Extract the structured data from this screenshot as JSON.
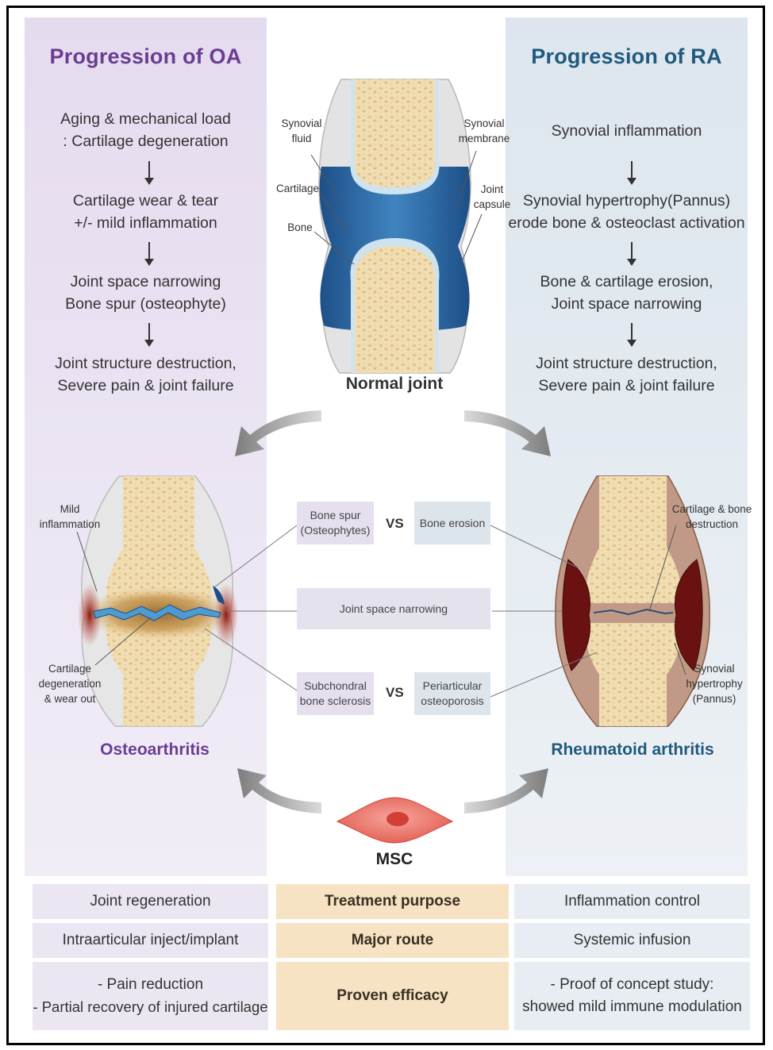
{
  "colors": {
    "oa_accent": "#6a3d92",
    "ra_accent": "#1f5a7d",
    "treatment_highlight": "#f7e2c3"
  },
  "oa": {
    "title": "Progression of OA",
    "steps": [
      {
        "l1": "Aging & mechanical load",
        "l2": ": Cartilage degeneration"
      },
      {
        "l1": "Cartilage wear & tear",
        "l2": "+/- mild inflammation"
      },
      {
        "l1": "Joint space narrowing",
        "l2": "Bone spur (osteophyte)"
      },
      {
        "l1": "Joint structure destruction,",
        "l2": "Severe pain & joint failure"
      }
    ],
    "caption": "Osteoarthritis",
    "labels": {
      "mild_l1": "Mild",
      "mild_l2": "inflammation",
      "cart_l1": "Cartilage",
      "cart_l2": "degeneration",
      "cart_l3": "& wear out"
    }
  },
  "ra": {
    "title": "Progression of RA",
    "steps": [
      {
        "l1": "Synovial inflammation"
      },
      {
        "l1": "Synovial hypertrophy(Pannus)",
        "l2": "erode bone & osteoclast activation"
      },
      {
        "l1": "Bone & cartilage erosion,",
        "l2": "Joint space narrowing"
      },
      {
        "l1": "Joint structure destruction,",
        "l2": "Severe pain & joint failure"
      }
    ],
    "caption": "Rheumatoid arthritis",
    "labels": {
      "destr_l1": "Cartilage & bone",
      "destr_l2": "destruction",
      "pannus_l1": "Synovial",
      "pannus_l2": "hypertrophy",
      "pannus_l3": "(Pannus)"
    }
  },
  "normal_joint": {
    "caption": "Normal joint",
    "labels": {
      "fluid_l1": "Synovial",
      "fluid_l2": "fluid",
      "membrane_l1": "Synovial",
      "membrane_l2": "membrane",
      "cartilage": "Cartilage",
      "bone": "Bone",
      "capsule_l1": "Joint",
      "capsule_l2": "capsule"
    }
  },
  "comparison": {
    "spur_l1": "Bone spur",
    "spur_l2": "(Osteophytes)",
    "vs1": "VS",
    "erosion": "Bone erosion",
    "narrowing": "Joint space narrowing",
    "sclerosis_l1": "Subchondral",
    "sclerosis_l2": "bone sclerosis",
    "vs2": "VS",
    "osteoporosis_l1": "Periarticular",
    "osteoporosis_l2": "osteoporosis"
  },
  "msc_label": "MSC",
  "table": [
    {
      "left": "Joint regeneration",
      "middle": "Treatment purpose",
      "right": "Inflammation control"
    },
    {
      "left": "Intraarticular inject/implant",
      "middle": "Major route",
      "right": "Systemic infusion"
    },
    {
      "left1": "- Pain reduction",
      "left2": "- Partial recovery of injured cartilage",
      "middle": "Proven efficacy",
      "right1": "- Proof of concept study:",
      "right2": "showed mild immune modulation"
    }
  ]
}
